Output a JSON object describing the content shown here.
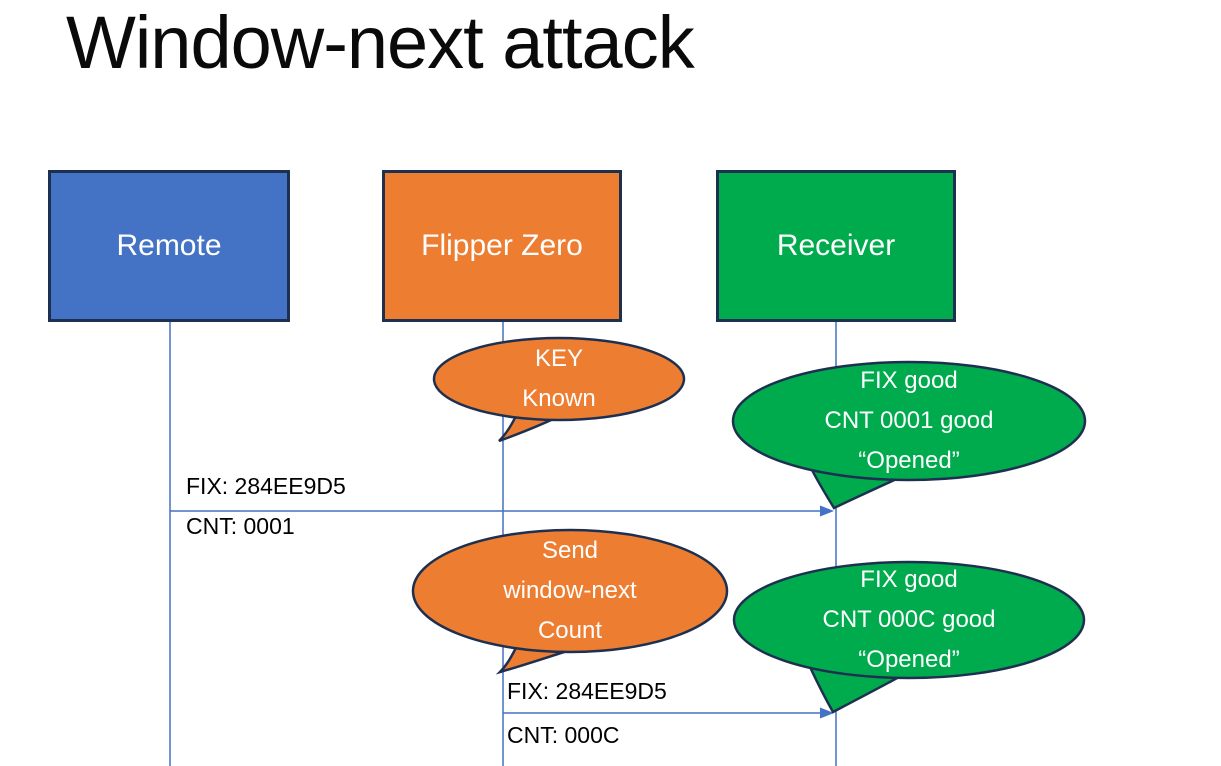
{
  "title": "Window-next attack",
  "theme": {
    "blue": "#4472C4",
    "orange": "#ED7D31",
    "green": "#00AB4E",
    "navy": "#1E3050",
    "connector": "#4472C4",
    "ink": "#0a0a0a",
    "paper": "#FFFFFF"
  },
  "actors": [
    {
      "id": "remote",
      "label": "Remote",
      "color": "#4472C4"
    },
    {
      "id": "flipper-zero",
      "label": "Flipper Zero",
      "color": "#ED7D31"
    },
    {
      "id": "receiver",
      "label": "Receiver",
      "color": "#00AB4E"
    }
  ],
  "bubbles": [
    {
      "id": "key-known",
      "actor": "flipper-zero",
      "color": "#ED7D31",
      "lines": [
        "KEY",
        "Known"
      ]
    },
    {
      "id": "opened-first",
      "actor": "receiver",
      "color": "#00AB4E",
      "lines": [
        "FIX good",
        "CNT 0001 good",
        "“Opened”"
      ]
    },
    {
      "id": "send-window-next",
      "actor": "flipper-zero",
      "color": "#ED7D31",
      "lines": [
        "Send",
        "window-next",
        "Count"
      ]
    },
    {
      "id": "opened-second",
      "actor": "receiver",
      "color": "#00AB4E",
      "lines": [
        "FIX good",
        "CNT 000C good",
        "“Opened”"
      ]
    }
  ],
  "messages": [
    {
      "from": "remote",
      "to": "receiver",
      "line1": "FIX: 284EE9D5",
      "line2": "CNT: 0001"
    },
    {
      "from": "flipper-zero",
      "to": "receiver",
      "line1": "FIX: 284EE9D5",
      "line2": "CNT: 000C"
    }
  ]
}
